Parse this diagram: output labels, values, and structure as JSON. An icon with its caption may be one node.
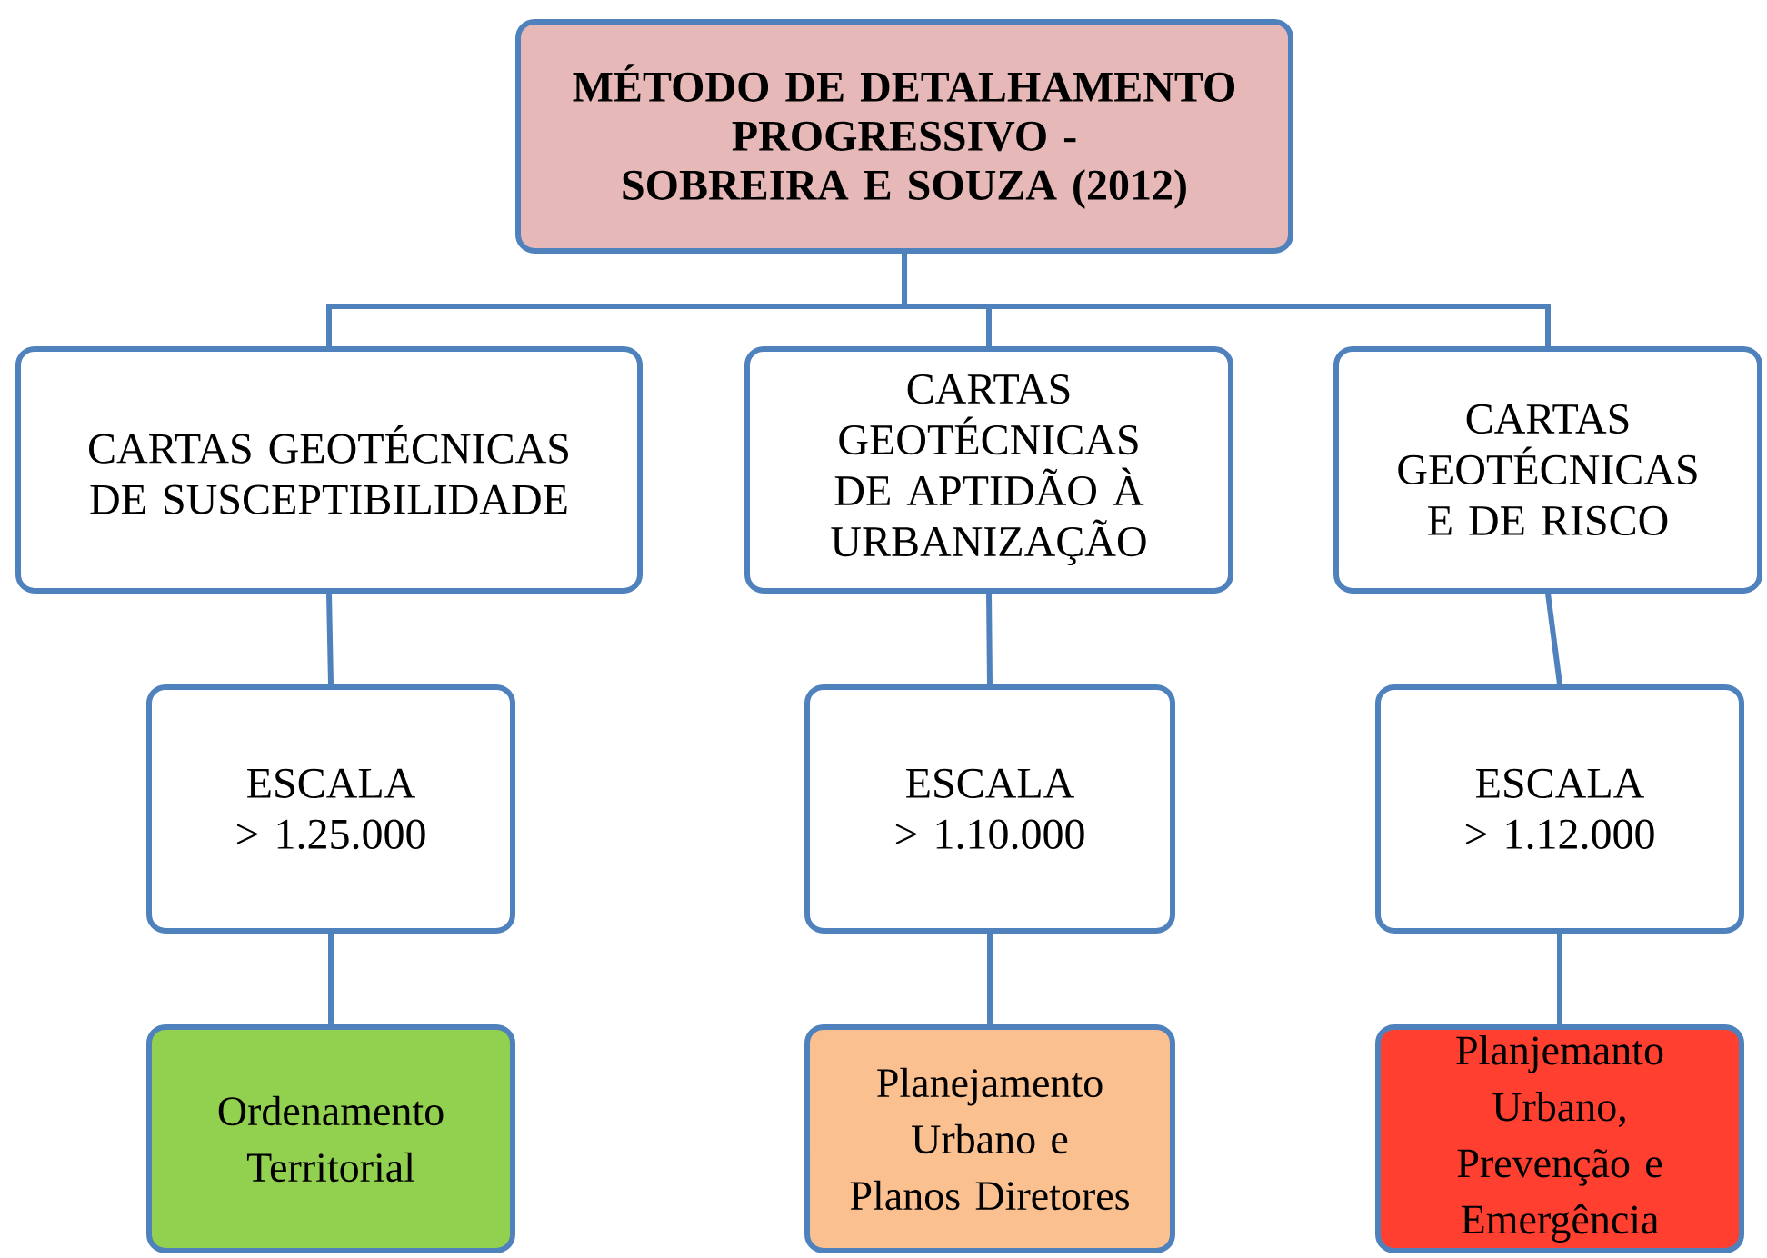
{
  "diagram": {
    "nodes": [
      {
        "text": [
          "MÉTODO DE DETALHAMENTO PROGRESSIVO - SOBREIRA E SOUZA (2012)"
        ]
      },
      {
        "text": [
          "CARTAS GEOTÉCNICAS DE SUSCEPTIBILIDADE"
        ]
      },
      {
        "text": [
          "CARTAS GEOTÉCNICAS DE APTIDÃO À URBANIZAÇÃO"
        ]
      },
      {
        "text": [
          "CARTAS GEOTÉCNICAS E DE RISCO"
        ]
      },
      {
        "text": [
          "ESCALA > 1.25.000"
        ]
      },
      {
        "text": [
          "ESCALA > 1.10.000"
        ]
      },
      {
        "text": [
          "ESCALA > 1.12.000"
        ]
      },
      {
        "text": [
          "Ordenamento Territorial"
        ]
      },
      {
        "text": [
          "Planejamento Urbano e Planos Diretores"
        ]
      },
      {
        "text": [
          "Planjemanto Urbano, Prevenção e Emergência"
        ]
      }
    ],
    "edges": [
      {
        "from": 0,
        "to": 1,
        "arrow": "none"
      },
      {
        "from": 0,
        "to": 2,
        "arrow": "none"
      },
      {
        "from": 0,
        "to": 3,
        "arrow": "none"
      },
      {
        "from": 1,
        "to": 4,
        "arrow": "none"
      },
      {
        "from": 2,
        "to": 5,
        "arrow": "none"
      },
      {
        "from": 3,
        "to": 6,
        "arrow": "none"
      },
      {
        "from": 4,
        "to": 7,
        "arrow": "none"
      },
      {
        "from": 5,
        "to": 8,
        "arrow": "none"
      },
      {
        "from": 6,
        "to": 9,
        "arrow": "none"
      }
    ]
  }
}
